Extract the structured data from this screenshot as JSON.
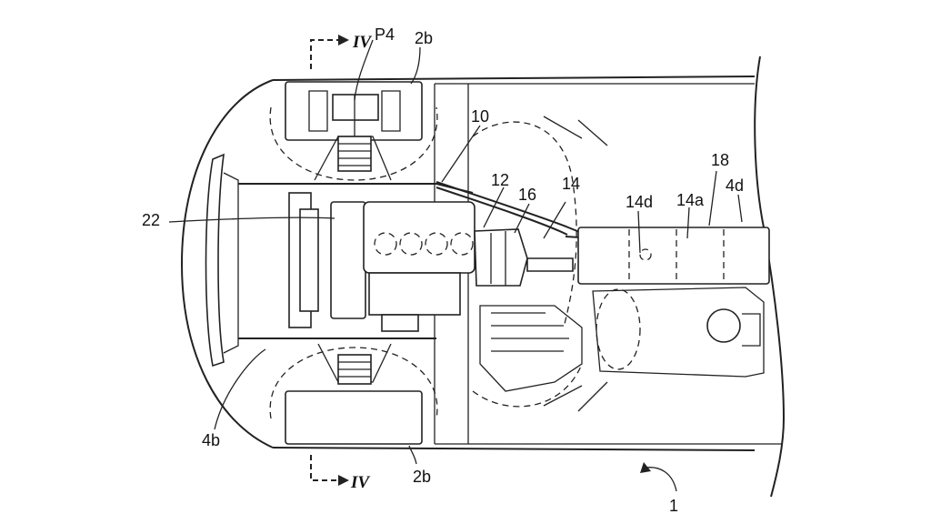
{
  "labels": {
    "section_top": "IV",
    "section_bottom": "IV",
    "p4": "P4",
    "wheel_top": "2b",
    "wheel_bottom": "2b",
    "pipe_10": "10",
    "ref_12": "12",
    "ref_16": "16",
    "ref_14": "14",
    "ref_14d": "14d",
    "ref_14a": "14a",
    "ref_18": "18",
    "ref_4d": "4d",
    "ref_22": "22",
    "ref_4b": "4b",
    "vehicle": "1"
  }
}
